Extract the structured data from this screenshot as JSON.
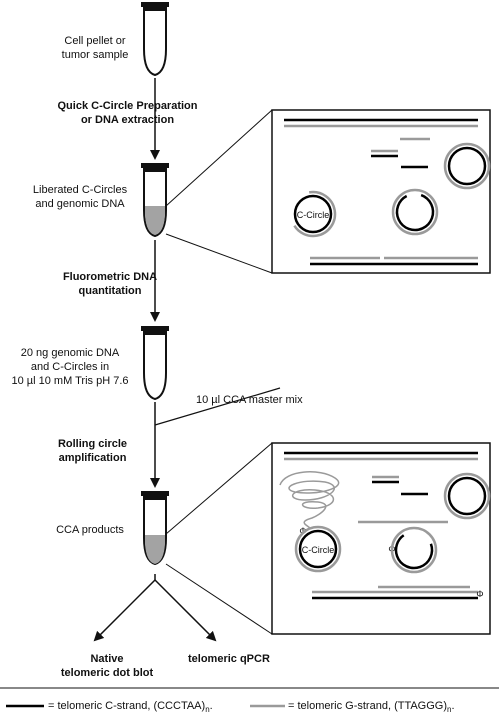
{
  "steps": {
    "sample": [
      "Cell pellet or",
      "tumor sample"
    ],
    "prep": [
      "Quick C-Circle Preparation",
      "or DNA extraction"
    ],
    "liberated": [
      "Liberated C-Circles",
      "and genomic DNA"
    ],
    "quant": [
      "Fluorometric DNA",
      "quantitation"
    ],
    "mix": [
      "20 ng genomic DNA",
      "and C-Circles in",
      "10 µl 10 mM Tris pH 7.6"
    ],
    "master_mix": "10 µl CCA master mix",
    "rca": [
      "Rolling circle",
      "amplification"
    ],
    "products": "CCA products",
    "dotblot": [
      "Native",
      "telomeric dot blot"
    ],
    "qpcr": "telomeric qPCR"
  },
  "inset": {
    "c_circle_label": "C-Circle",
    "phi": "Φ"
  },
  "legend": {
    "c_strand": "= telomeric C-strand, (CCCTAA)",
    "g_strand": "= telomeric G-strand, (TTAGGG)",
    "subscript": "n",
    "period": "."
  },
  "colors": {
    "c_strand": "#000000",
    "g_strand": "#9a9a9a"
  }
}
